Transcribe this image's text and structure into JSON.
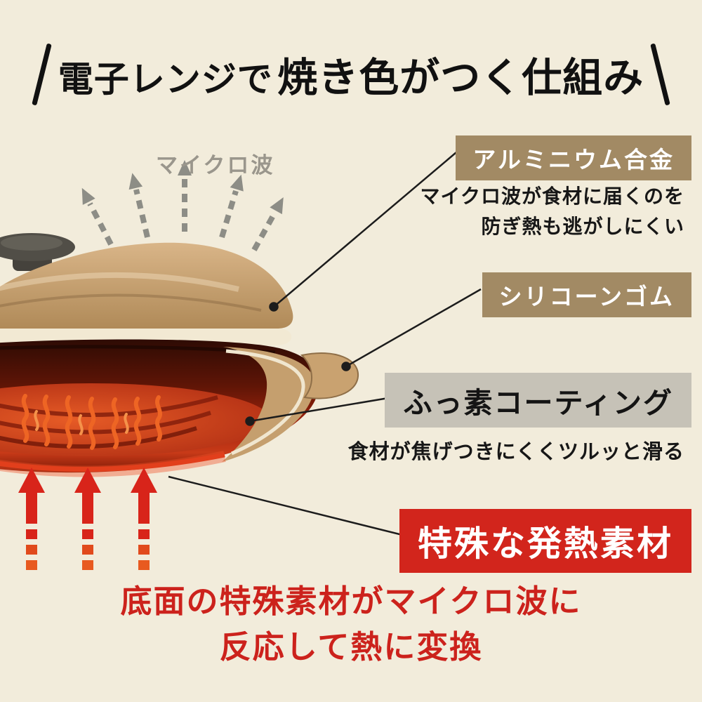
{
  "title": {
    "part1": "電子レンジで",
    "part2": "焼き色がつく仕組み"
  },
  "microwave_label": "マイクロ波",
  "callouts": {
    "aluminum": {
      "label": "アルミニウム合金",
      "desc_line1": "マイクロ波が食材に届くのを",
      "desc_line2": "防ぎ熱も逃がしにくい"
    },
    "silicone": {
      "label": "シリコーンゴム"
    },
    "fluorine": {
      "label": "ふっ素コーティング",
      "desc": "食材が焦げつきにくくツルッと滑る"
    },
    "heating": {
      "label": "特殊な発熱素材"
    }
  },
  "bottom_note": {
    "line1": "底面の特殊素材がマイクロ波に",
    "line2": "反応して熱に変換"
  },
  "colors": {
    "background": "#f2ecdb",
    "badge_tan": "#a28a64",
    "badge_gray": "#c6c2b7",
    "badge_red": "#d2251c",
    "accent_red": "#cc221c",
    "text_dark": "#171717",
    "microwave_gray": "#9a968c",
    "pan_tan": "#c59f6e",
    "pan_interior_red": "#c83a18",
    "flame_orange": "#ee6524"
  }
}
